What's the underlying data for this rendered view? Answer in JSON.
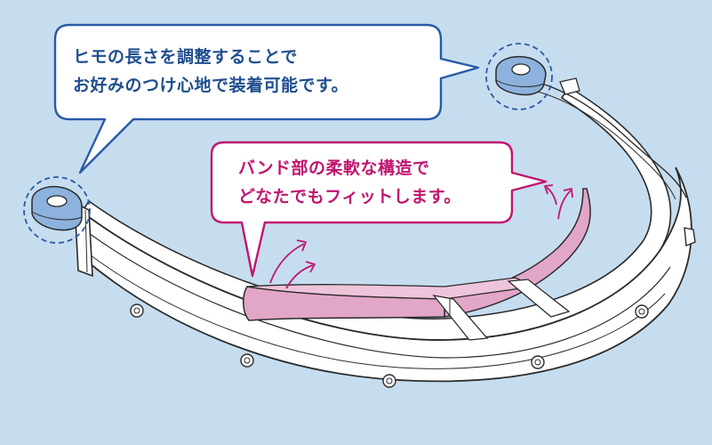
{
  "callouts": {
    "strap": {
      "line1": "ヒモの長さを調整することで",
      "line2": "お好みのつけ心地で装着可能です。"
    },
    "band": {
      "line1": "バンド部の柔軟な構造で",
      "line2": "どなたでもフィットします。"
    }
  },
  "colors": {
    "background": "#c6ddef",
    "strap_callout": "#2a5ba8",
    "band_callout": "#c0156f",
    "band_fill": "#e2a6c8",
    "strap_hole_fill": "#8cb2dd",
    "frame_fill": "#ffffff",
    "outline": "#2b2b2b"
  },
  "icons": [
    "curved-arrow-icon",
    "strap-connector-icon",
    "rivet-icon"
  ]
}
